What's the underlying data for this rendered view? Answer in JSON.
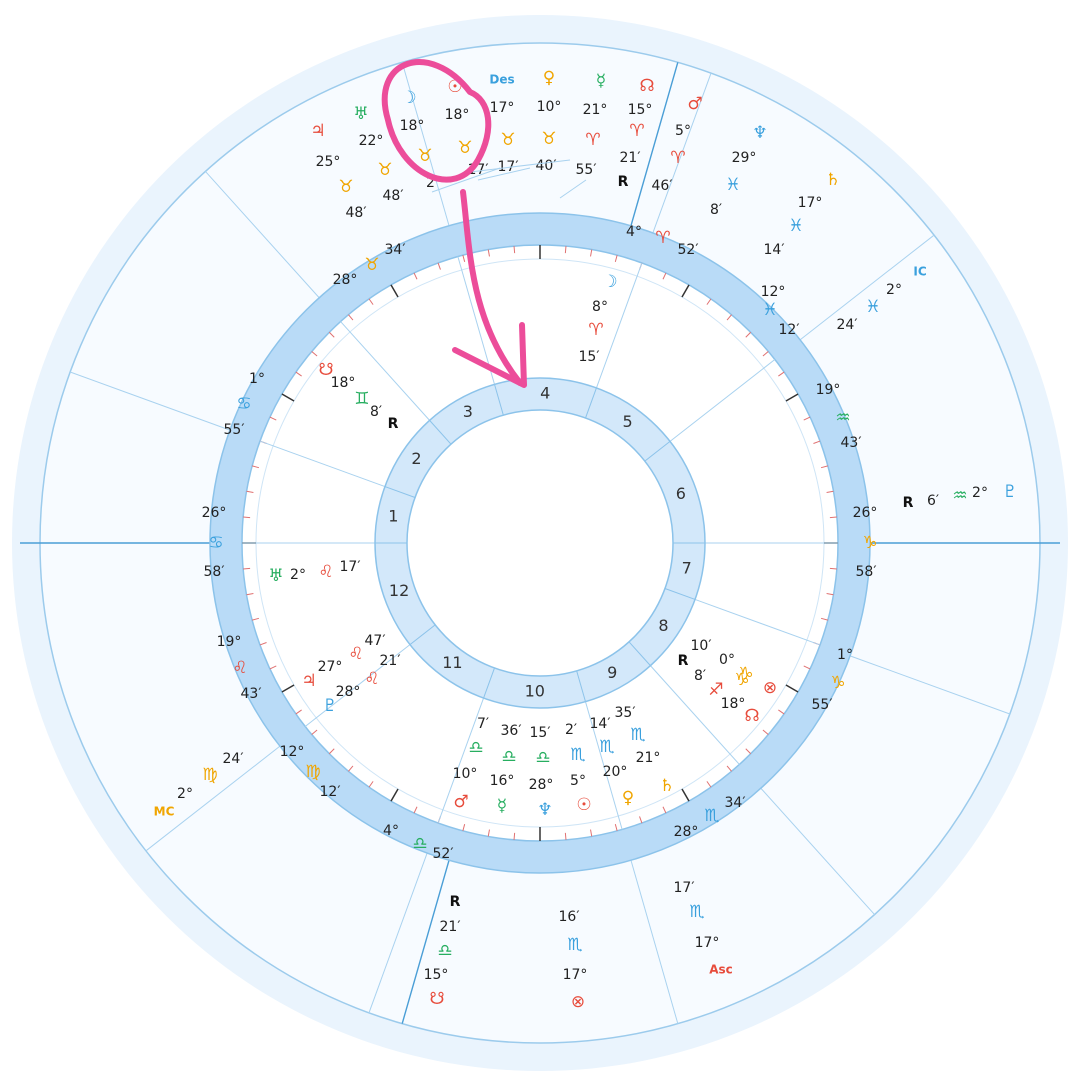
{
  "houses": [
    "1",
    "2",
    "3",
    "4",
    "5",
    "6",
    "7",
    "8",
    "9",
    "10",
    "11",
    "12"
  ],
  "outer": [
    {
      "id": "des-sun",
      "lines": [
        {
          "t": "☉",
          "c": "#e74c3c",
          "k": "glyph",
          "n": "sun-icon"
        },
        {
          "t": "18°"
        },
        {
          "t": "♉",
          "c": "#f0a500",
          "k": "sign",
          "n": "taurus-icon"
        },
        {
          "t": "17′"
        }
      ]
    },
    {
      "id": "moon",
      "lines": [
        {
          "t": "☽",
          "c": "#3aa0dd",
          "k": "glyph",
          "n": "moon-icon"
        },
        {
          "t": "18°"
        },
        {
          "t": "♉",
          "c": "#f0a500",
          "k": "sign",
          "n": "taurus-icon"
        },
        {
          "t": "2′"
        }
      ]
    },
    {
      "id": "uranus",
      "lines": [
        {
          "t": "♅",
          "c": "#27ae60",
          "k": "glyph",
          "n": "uranus-icon"
        },
        {
          "t": "22°"
        },
        {
          "t": "♉",
          "c": "#f0a500",
          "k": "sign",
          "n": "taurus-icon"
        },
        {
          "t": "48′"
        }
      ]
    },
    {
      "id": "jupiter",
      "lines": [
        {
          "t": "♃",
          "c": "#e74c3c",
          "k": "glyph",
          "n": "jupiter-icon"
        },
        {
          "t": "25°"
        },
        {
          "t": "♉",
          "c": "#f0a500",
          "k": "sign",
          "n": "taurus-icon"
        },
        {
          "t": "48′"
        }
      ]
    },
    {
      "id": "des",
      "lines": [
        {
          "t": "Des",
          "c": "#3aa0dd",
          "k": "angle",
          "n": "descendant-label"
        },
        {
          "t": "17°"
        },
        {
          "t": "♉",
          "c": "#f0a500",
          "k": "sign",
          "n": "taurus-icon"
        },
        {
          "t": "17′"
        }
      ]
    },
    {
      "id": "venus",
      "lines": [
        {
          "t": "♀",
          "c": "#f0a500",
          "k": "glyph",
          "n": "venus-icon"
        },
        {
          "t": "10°"
        },
        {
          "t": "♉",
          "c": "#f0a500",
          "k": "sign",
          "n": "taurus-icon"
        },
        {
          "t": "40′"
        }
      ]
    },
    {
      "id": "mercury",
      "lines": [
        {
          "t": "☿",
          "c": "#27ae60",
          "k": "glyph",
          "n": "mercury-icon"
        },
        {
          "t": "21°"
        },
        {
          "t": "♈",
          "c": "#e74c3c",
          "k": "sign",
          "n": "aries-icon"
        },
        {
          "t": "55′"
        }
      ]
    },
    {
      "id": "north-node",
      "lines": [
        {
          "t": "☊",
          "c": "#e74c3c",
          "k": "glyph",
          "n": "north-node-icon"
        },
        {
          "t": "15°"
        },
        {
          "t": "♈",
          "c": "#e74c3c",
          "k": "sign",
          "n": "aries-icon"
        },
        {
          "t": "21′"
        },
        {
          "t": "R",
          "k": "r",
          "n": "retrograde-mark"
        }
      ]
    },
    {
      "id": "mars",
      "lines": [
        {
          "t": "♂",
          "c": "#e74c3c",
          "k": "glyph",
          "n": "mars-icon"
        },
        {
          "t": "5°"
        },
        {
          "t": "♈",
          "c": "#e74c3c",
          "k": "sign",
          "n": "aries-icon"
        },
        {
          "t": "46′"
        }
      ]
    },
    {
      "id": "neptune",
      "lines": [
        {
          "t": "♆",
          "c": "#3aa0dd",
          "k": "glyph",
          "n": "neptune-icon"
        },
        {
          "t": "29°"
        },
        {
          "t": "♓",
          "c": "#3aa0dd",
          "k": "sign",
          "n": "pisces-icon"
        },
        {
          "t": "8′"
        }
      ]
    },
    {
      "id": "saturn",
      "lines": [
        {
          "t": "♄",
          "c": "#f0a500",
          "k": "glyph",
          "n": "saturn-icon"
        },
        {
          "t": "17°"
        },
        {
          "t": "♓",
          "c": "#3aa0dd",
          "k": "sign",
          "n": "pisces-icon"
        },
        {
          "t": "14′"
        }
      ]
    },
    {
      "id": "ic",
      "lines": [
        {
          "t": "IC",
          "c": "#3aa0dd",
          "k": "angle",
          "n": "ic-label"
        },
        {
          "t": "2°"
        },
        {
          "t": "♓",
          "c": "#3aa0dd",
          "k": "sign",
          "n": "pisces-icon"
        },
        {
          "t": "24′"
        }
      ]
    },
    {
      "id": "pluto-out",
      "lines": [
        {
          "t": "♇",
          "c": "#3aa0dd",
          "k": "glyph",
          "n": "pluto-icon"
        },
        {
          "t": "2°"
        },
        {
          "t": "♒",
          "c": "#27ae60",
          "k": "sign",
          "n": "aquarius-icon"
        },
        {
          "t": "6′"
        },
        {
          "t": "R",
          "k": "r",
          "n": "retrograde-mark"
        }
      ]
    },
    {
      "id": "mc",
      "lines": [
        {
          "t": "MC",
          "c": "#f0a500",
          "k": "angle",
          "n": "mc-label"
        },
        {
          "t": "2°"
        },
        {
          "t": "♍",
          "c": "#f0a500",
          "k": "sign",
          "n": "virgo-icon"
        },
        {
          "t": "24′"
        }
      ]
    },
    {
      "id": "south-node",
      "lines": [
        {
          "t": "☋",
          "c": "#e74c3c",
          "k": "glyph",
          "n": "south-node-icon"
        },
        {
          "t": "15°"
        },
        {
          "t": "♎",
          "c": "#27ae60",
          "k": "sign",
          "n": "libra-icon"
        },
        {
          "t": "21′"
        },
        {
          "t": "R",
          "k": "r",
          "n": "retrograde-mark"
        }
      ]
    },
    {
      "id": "fortune-out",
      "lines": [
        {
          "t": "⊗",
          "c": "#e74c3c",
          "k": "glyph",
          "n": "part-of-fortune-icon"
        },
        {
          "t": "17°"
        },
        {
          "t": "♏",
          "c": "#3aa0dd",
          "k": "sign",
          "n": "scorpio-icon"
        },
        {
          "t": "16′"
        }
      ]
    },
    {
      "id": "asc",
      "lines": [
        {
          "t": "Asc",
          "c": "#e74c3c",
          "k": "angle",
          "n": "ascendant-label"
        },
        {
          "t": "17°"
        },
        {
          "t": "♏",
          "c": "#3aa0dd",
          "k": "sign",
          "n": "scorpio-icon"
        },
        {
          "t": "17′"
        }
      ]
    }
  ],
  "ring_cusps": [
    {
      "deg": "4°",
      "sign": "♈",
      "sc": "#e74c3c",
      "min": "52′",
      "sn": "aries-icon"
    },
    {
      "deg": "12°",
      "sign": "♓",
      "sc": "#3aa0dd",
      "min": "12′",
      "sn": "pisces-icon"
    },
    {
      "deg": "19°",
      "sign": "♒",
      "sc": "#27ae60",
      "min": "43′",
      "sn": "aquarius-icon"
    },
    {
      "deg": "26°",
      "sign": "♑",
      "sc": "#f0a500",
      "min": "58′",
      "sn": "capricorn-icon"
    },
    {
      "deg": "1°",
      "sign": "♑",
      "sc": "#f0a500",
      "min": "55′",
      "sn": "capricorn-icon"
    },
    {
      "deg": "28°",
      "sign": "♏",
      "sc": "#3aa0dd",
      "min": "34′",
      "sn": "scorpio-icon"
    },
    {
      "deg": "4°",
      "sign": "♎",
      "sc": "#27ae60",
      "min": "52′",
      "sn": "libra-icon"
    },
    {
      "deg": "12°",
      "sign": "♍",
      "sc": "#f0a500",
      "min": "12′",
      "sn": "virgo-icon"
    },
    {
      "deg": "19°",
      "sign": "♌",
      "sc": "#e74c3c",
      "min": "43′",
      "sn": "leo-icon"
    },
    {
      "deg": "26°",
      "sign": "♋",
      "sc": "#3aa0dd",
      "min": "58′",
      "sn": "cancer-icon"
    },
    {
      "deg": "1°",
      "sign": "♋",
      "sc": "#3aa0dd",
      "min": "55′",
      "sn": "cancer-icon"
    },
    {
      "deg": "28°",
      "sign": "♉",
      "sc": "#f0a500",
      "min": "34′",
      "sn": "taurus-icon"
    }
  ],
  "inner": [
    {
      "id": "in-moon",
      "lines": [
        {
          "t": "☽",
          "c": "#3aa0dd",
          "k": "glyph",
          "n": "moon-icon"
        },
        {
          "t": "8°"
        },
        {
          "t": "♈",
          "c": "#e74c3c",
          "k": "sign",
          "n": "aries-icon"
        },
        {
          "t": "15′"
        }
      ]
    },
    {
      "id": "in-node",
      "lines": [
        {
          "t": "☋",
          "c": "#e74c3c",
          "k": "glyph",
          "n": "south-node-icon"
        },
        {
          "t": "18°"
        },
        {
          "t": "♊",
          "c": "#27ae60",
          "k": "sign",
          "n": "gemini-icon"
        },
        {
          "t": "8′"
        },
        {
          "t": "R",
          "k": "r",
          "n": "retrograde-mark"
        }
      ]
    },
    {
      "id": "in-uranus",
      "lines": [
        {
          "t": "♅",
          "c": "#27ae60",
          "k": "glyph",
          "n": "uranus-icon"
        },
        {
          "t": "2°"
        },
        {
          "t": "♌",
          "c": "#e74c3c",
          "k": "sign",
          "n": "leo-icon"
        },
        {
          "t": "17′"
        }
      ]
    },
    {
      "id": "in-jupiter",
      "lines": [
        {
          "t": "♃",
          "c": "#e74c3c",
          "k": "glyph",
          "n": "jupiter-icon"
        },
        {
          "t": "27°"
        },
        {
          "t": "♌",
          "c": "#e74c3c",
          "k": "sign",
          "n": "leo-icon"
        },
        {
          "t": "47′"
        }
      ]
    },
    {
      "id": "in-pluto",
      "lines": [
        {
          "t": "♇",
          "c": "#3aa0dd",
          "k": "glyph",
          "n": "pluto-icon"
        },
        {
          "t": "28°"
        },
        {
          "t": "♌",
          "c": "#e74c3c",
          "k": "sign",
          "n": "leo-icon"
        },
        {
          "t": "21′"
        }
      ]
    },
    {
      "id": "in-mars",
      "lines": [
        {
          "t": "♂",
          "c": "#e74c3c",
          "k": "glyph",
          "n": "mars-icon"
        },
        {
          "t": "10°"
        },
        {
          "t": "♎",
          "c": "#27ae60",
          "k": "sign",
          "n": "libra-icon"
        },
        {
          "t": "7′"
        }
      ]
    },
    {
      "id": "in-mercury",
      "lines": [
        {
          "t": "☿",
          "c": "#27ae60",
          "k": "glyph",
          "n": "mercury-icon"
        },
        {
          "t": "16°"
        },
        {
          "t": "♎",
          "c": "#27ae60",
          "k": "sign",
          "n": "libra-icon"
        },
        {
          "t": "36′"
        }
      ]
    },
    {
      "id": "in-neptune",
      "lines": [
        {
          "t": "♆",
          "c": "#3aa0dd",
          "k": "glyph",
          "n": "neptune-icon"
        },
        {
          "t": "28°"
        },
        {
          "t": "♎",
          "c": "#27ae60",
          "k": "sign",
          "n": "libra-icon"
        },
        {
          "t": "15′"
        }
      ]
    },
    {
      "id": "in-sun",
      "lines": [
        {
          "t": "☉",
          "c": "#e74c3c",
          "k": "glyph",
          "n": "sun-icon"
        },
        {
          "t": "5°"
        },
        {
          "t": "♏",
          "c": "#3aa0dd",
          "k": "sign",
          "n": "scorpio-icon"
        },
        {
          "t": "2′"
        }
      ]
    },
    {
      "id": "in-venus",
      "lines": [
        {
          "t": "♀",
          "c": "#f0a500",
          "k": "glyph",
          "n": "venus-icon"
        },
        {
          "t": "20°"
        },
        {
          "t": "♏",
          "c": "#3aa0dd",
          "k": "sign",
          "n": "scorpio-icon"
        },
        {
          "t": "14′"
        }
      ]
    },
    {
      "id": "in-saturn",
      "lines": [
        {
          "t": "♄",
          "c": "#f0a500",
          "k": "glyph",
          "n": "saturn-icon"
        },
        {
          "t": "21°"
        },
        {
          "t": "♏",
          "c": "#3aa0dd",
          "k": "sign",
          "n": "scorpio-icon"
        },
        {
          "t": "35′"
        }
      ]
    },
    {
      "id": "in-chiron",
      "lines": [
        {
          "t": "♐",
          "c": "#e74c3c",
          "k": "glyph",
          "n": "sagittarius-icon"
        },
        {
          "t": "18°"
        },
        {
          "t": "♑",
          "c": "#f0a500",
          "k": "sign",
          "n": "capricorn-icon"
        },
        {
          "t": "8′"
        },
        {
          "t": "R",
          "k": "r",
          "n": "retrograde-mark"
        }
      ]
    },
    {
      "id": "in-node2",
      "lines": [
        {
          "t": "☊",
          "c": "#e74c3c",
          "k": "glyph",
          "n": "north-node-icon"
        },
        {
          "t": "0°"
        },
        {
          "t": "♑",
          "c": "#f0a500",
          "k": "sign",
          "n": "capricorn-icon"
        },
        {
          "t": "10′"
        }
      ]
    },
    {
      "id": "in-fortune",
      "lines": [
        {
          "t": "⊗",
          "c": "#e74c3c",
          "k": "glyph",
          "n": "part-of-fortune-icon"
        }
      ]
    }
  ],
  "colors": {
    "ring": "#b9dbf7",
    "outer_bg": "#eaf4fd",
    "line": "#6fb3df",
    "annot": "#ec4d9a"
  }
}
